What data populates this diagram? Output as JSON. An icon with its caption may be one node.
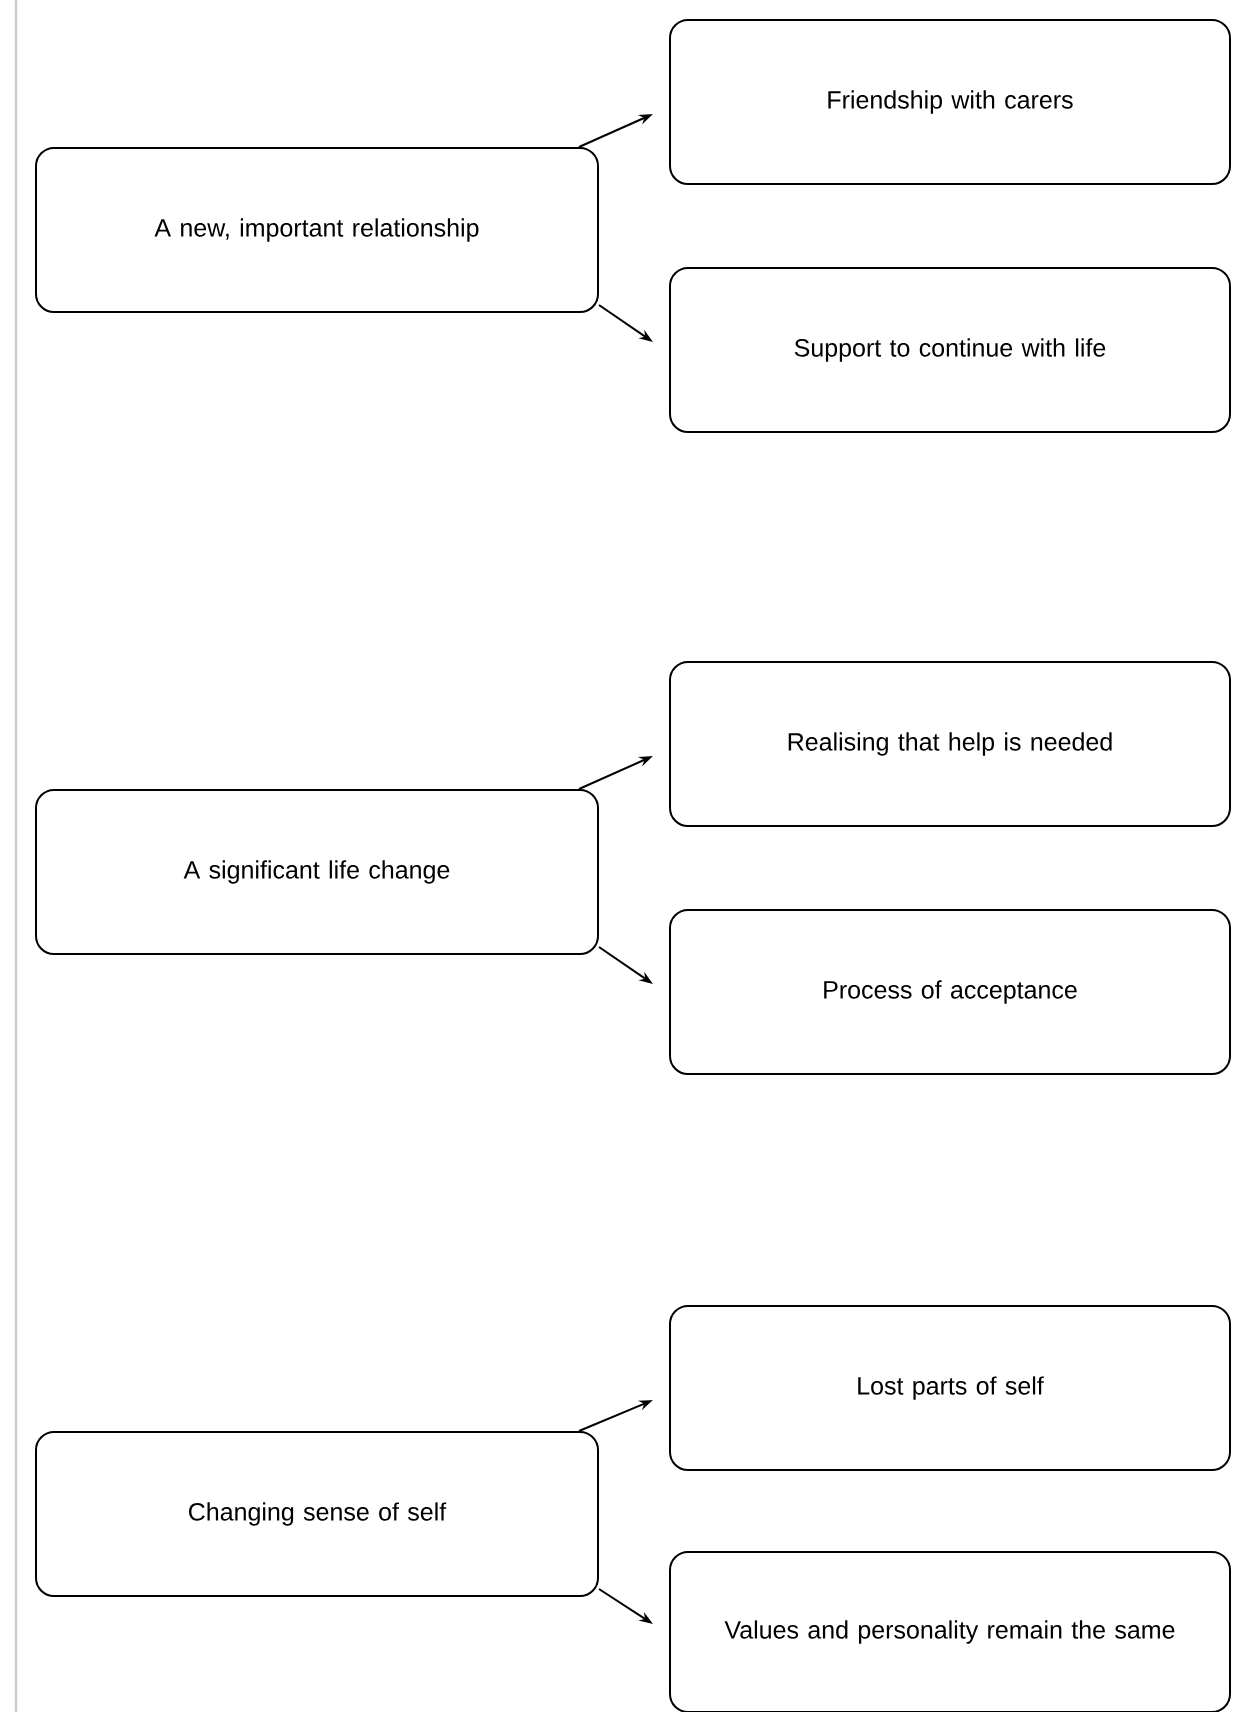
{
  "diagram": {
    "nodes": [
      {
        "text": [
          "A new, important relationship"
        ]
      },
      {
        "text": [
          "Friendship with carers"
        ]
      },
      {
        "text": [
          "Support to continue with life"
        ]
      },
      {
        "text": [
          "A significant life change"
        ]
      },
      {
        "text": [
          "Realising that help is needed"
        ]
      },
      {
        "text": [
          "Process of acceptance"
        ]
      },
      {
        "text": [
          "Changing sense of self"
        ]
      },
      {
        "text": [
          "Lost parts of self"
        ]
      },
      {
        "text": [
          "Values and personality remain the same"
        ]
      }
    ],
    "edges": [
      {
        "from": 0,
        "to": 1,
        "arrow": "to"
      },
      {
        "from": 0,
        "to": 2,
        "arrow": "to"
      },
      {
        "from": 3,
        "to": 4,
        "arrow": "to"
      },
      {
        "from": 3,
        "to": 5,
        "arrow": "to"
      },
      {
        "from": 6,
        "to": 7,
        "arrow": "to"
      },
      {
        "from": 6,
        "to": 8,
        "arrow": "to"
      }
    ]
  }
}
